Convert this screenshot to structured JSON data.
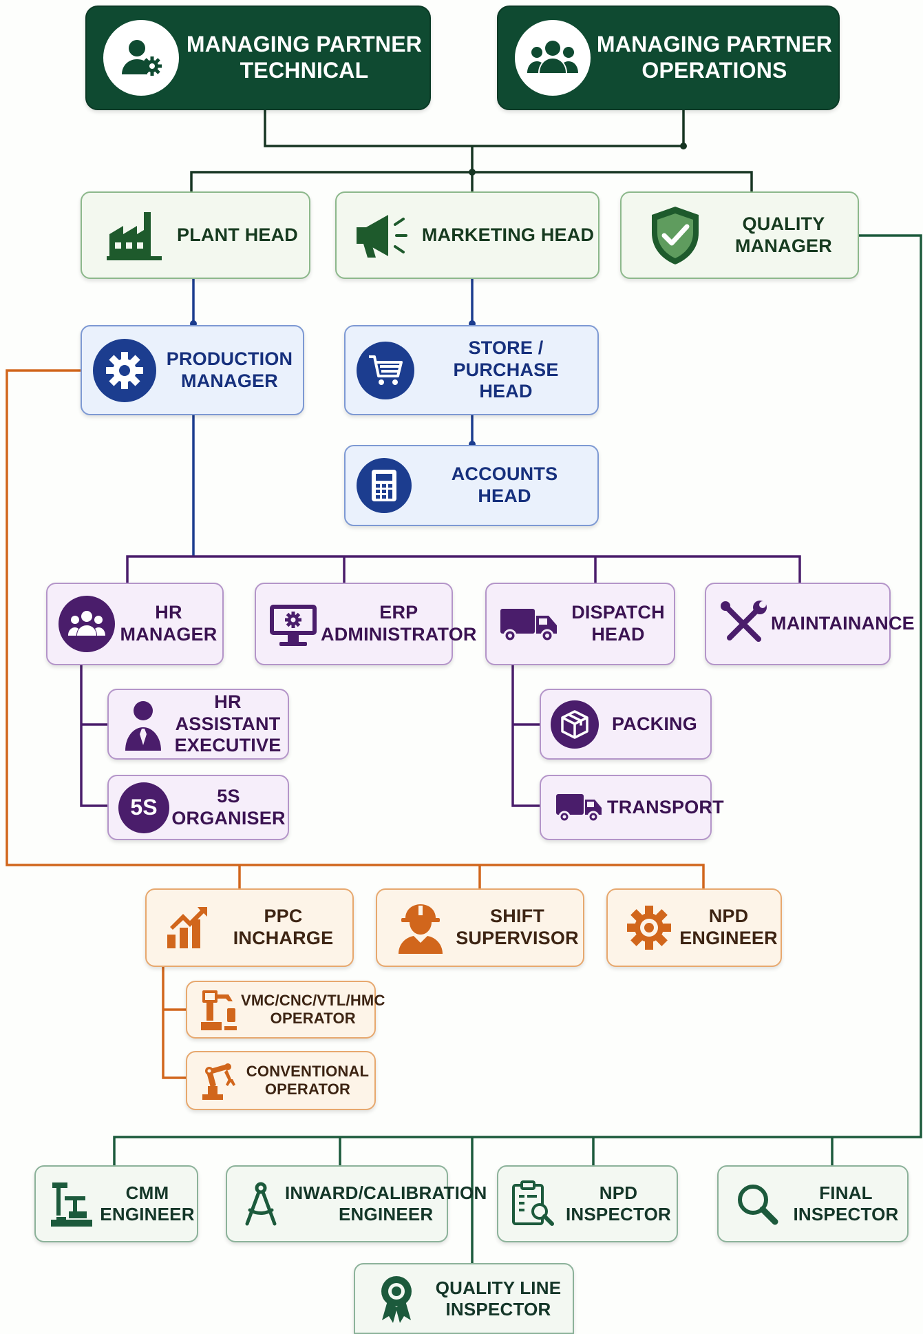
{
  "partners": {
    "technical": [
      "MANAGING PARTNER",
      "TECHNICAL"
    ],
    "operations": [
      "MANAGING PARTNER",
      "OPERATIONS"
    ]
  },
  "heads": {
    "plant": [
      "PLANT HEAD"
    ],
    "marketing": [
      "MARKETING HEAD"
    ],
    "quality": [
      "QUALITY",
      "MANAGER"
    ]
  },
  "management": {
    "production": [
      "PRODUCTION",
      "MANAGER"
    ],
    "store": [
      "STORE / PURCHASE",
      "HEAD"
    ],
    "accounts": [
      "ACCOUNTS",
      "HEAD"
    ]
  },
  "departments": {
    "hr": [
      "HR",
      "MANAGER"
    ],
    "erp": [
      "ERP",
      "ADMINISTRATOR"
    ],
    "dispatch": [
      "DISPATCH",
      "HEAD"
    ],
    "maintenance": [
      "MAINTAINANCE"
    ],
    "hr_assistant": [
      "HR ASSISTANT",
      "EXECUTIVE"
    ],
    "organiser": [
      "5S",
      "ORGANISER"
    ],
    "organiser_badge": "5S",
    "packing": [
      "PACKING"
    ],
    "transport": [
      "TRANSPORT"
    ]
  },
  "production_team": {
    "ppc": [
      "PPC INCHARGE"
    ],
    "shift": [
      "SHIFT",
      "SUPERVISOR"
    ],
    "npd_engineer": [
      "NPD",
      "ENGINEER"
    ],
    "vmc": [
      "VMC/CNC/VTL/HMC",
      "OPERATOR"
    ],
    "conventional": [
      "CONVENTIONAL",
      "OPERATOR"
    ]
  },
  "quality_team": {
    "cmm": [
      "CMM",
      "ENGINEER"
    ],
    "inward": [
      "INWARD/CALIBRATION",
      "ENGINEER"
    ],
    "npd_inspector": [
      "NPD",
      "INSPECTOR"
    ],
    "final": [
      "FINAL",
      "INSPECTOR"
    ],
    "line": [
      "QUALITY LINE",
      "INSPECTOR"
    ]
  },
  "colors": {
    "executive": "#0f4a31",
    "green": "#1e5a2c",
    "blue": "#1c3d8f",
    "purple": "#4a1d6b",
    "orange": "#d1661c",
    "quality": "#1c5a3c"
  }
}
